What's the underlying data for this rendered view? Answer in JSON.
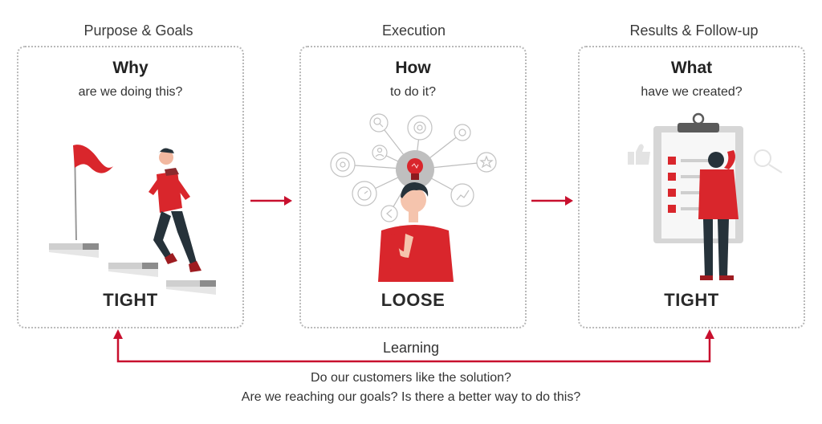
{
  "stages": [
    {
      "title": "Purpose & Goals",
      "heading": "Why",
      "subheading": "are we doing this?",
      "tightness": "TIGHT"
    },
    {
      "title": "Execution",
      "heading": "How",
      "subheading": "to do it?",
      "tightness": "LOOSE"
    },
    {
      "title": "Results & Follow-up",
      "heading": "What",
      "subheading": "have we created?",
      "tightness": "TIGHT"
    }
  ],
  "feedback": {
    "label": "Learning",
    "questions": [
      "Do our customers like the solution?",
      "Are we reaching our goals? Is there a better way to do this?"
    ]
  },
  "colors": {
    "accent": "#c8102e",
    "person_red": "#d9262c",
    "dark": "#26323a",
    "border": "#b9b9b9",
    "gray": "#bdbdbd"
  },
  "icons": [
    "flag-icon",
    "stairs-icon",
    "lightbulb-icon",
    "gear-icon",
    "search-icon",
    "chart-icon",
    "star-icon",
    "clipboard-icon",
    "thumbs-up-icon",
    "checkbox-icon"
  ]
}
